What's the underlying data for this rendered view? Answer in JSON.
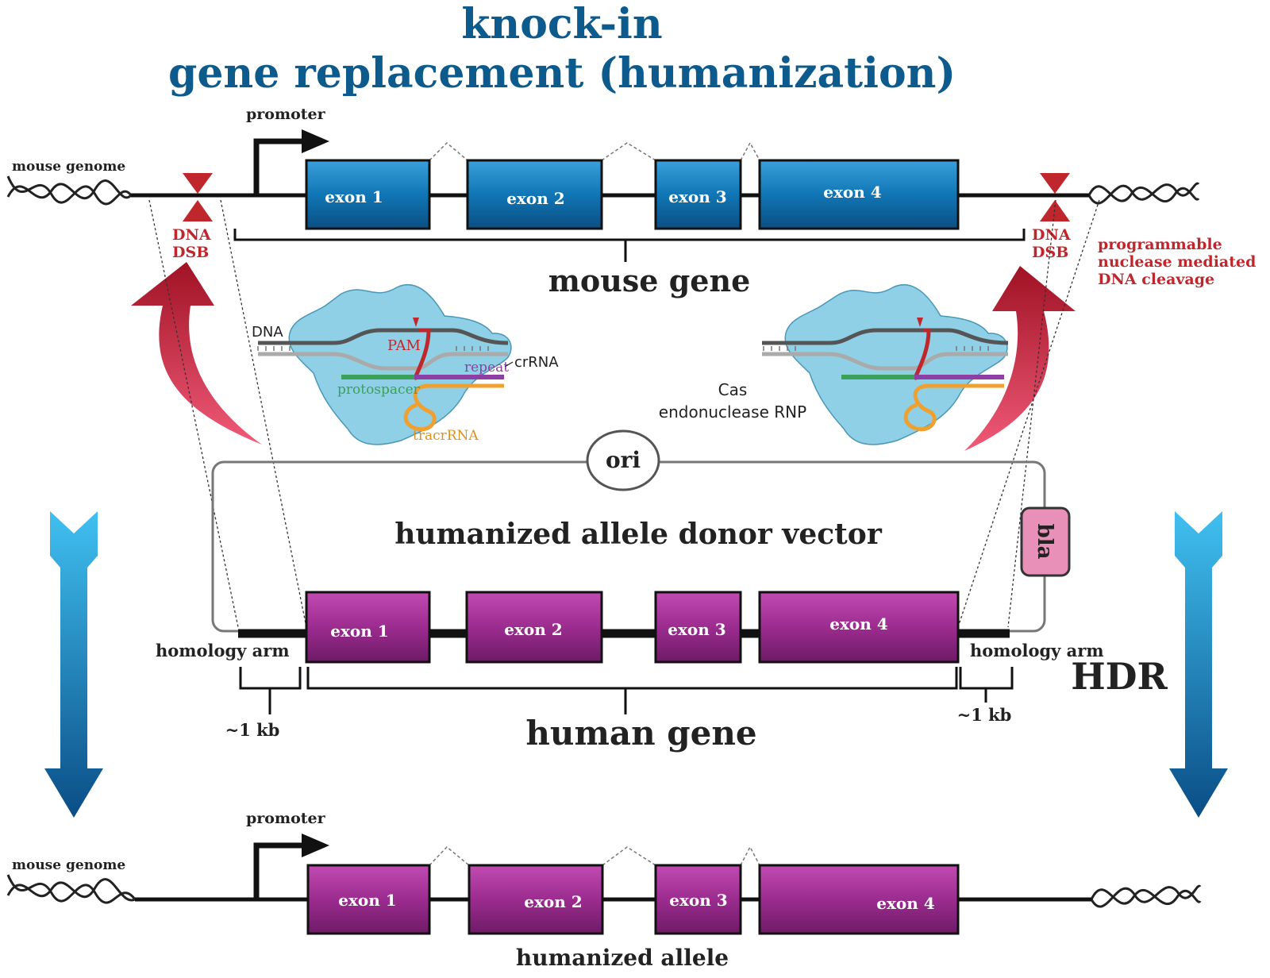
{
  "title": {
    "line1": "knock-in",
    "line2": "gene replacement (humanization)"
  },
  "top_row": {
    "genome_label": "mouse genome",
    "promoter_label": "promoter",
    "exons": [
      "exon 1",
      "exon 2",
      "exon 3",
      "exon 4"
    ],
    "dsb_label_line1": "DNA",
    "dsb_label_line2": "DSB",
    "gene_label": "mouse gene"
  },
  "nuclease_note": {
    "line1": "programmable",
    "line2": "nuclease mediated",
    "line3": "DNA cleavage"
  },
  "cas_complex": {
    "dna": "DNA",
    "pam": "PAM",
    "repeat": "repeat",
    "crrna": "crRNA",
    "protospacer": "protospacer",
    "tracrrna": "tracrRNA",
    "rnp_line1": "Cas",
    "rnp_line2": "endonuclease RNP"
  },
  "vector": {
    "ori": "ori",
    "title": "humanized allele donor vector",
    "bla": "bla",
    "exons": [
      "exon 1",
      "exon 2",
      "exon 3",
      "exon 4"
    ],
    "homology_left": "homology arm",
    "homology_right": "homology arm",
    "kb_left": "~1 kb",
    "kb_right": "~1 kb",
    "gene_label": "human gene",
    "hdr": "HDR"
  },
  "bottom_row": {
    "genome_label": "mouse genome",
    "promoter_label": "promoter",
    "exons": [
      "exon 1",
      "exon 2",
      "exon 3",
      "exon 4"
    ],
    "allele_label": "humanized allele"
  },
  "colors": {
    "title_blue": "#0d5a8c",
    "mouse_exon": "#1176b5",
    "human_exon": "#9c2c8f",
    "red": "#c0272d",
    "cas_blue": "#8fd0e6",
    "bla_pink": "#e890b8"
  }
}
